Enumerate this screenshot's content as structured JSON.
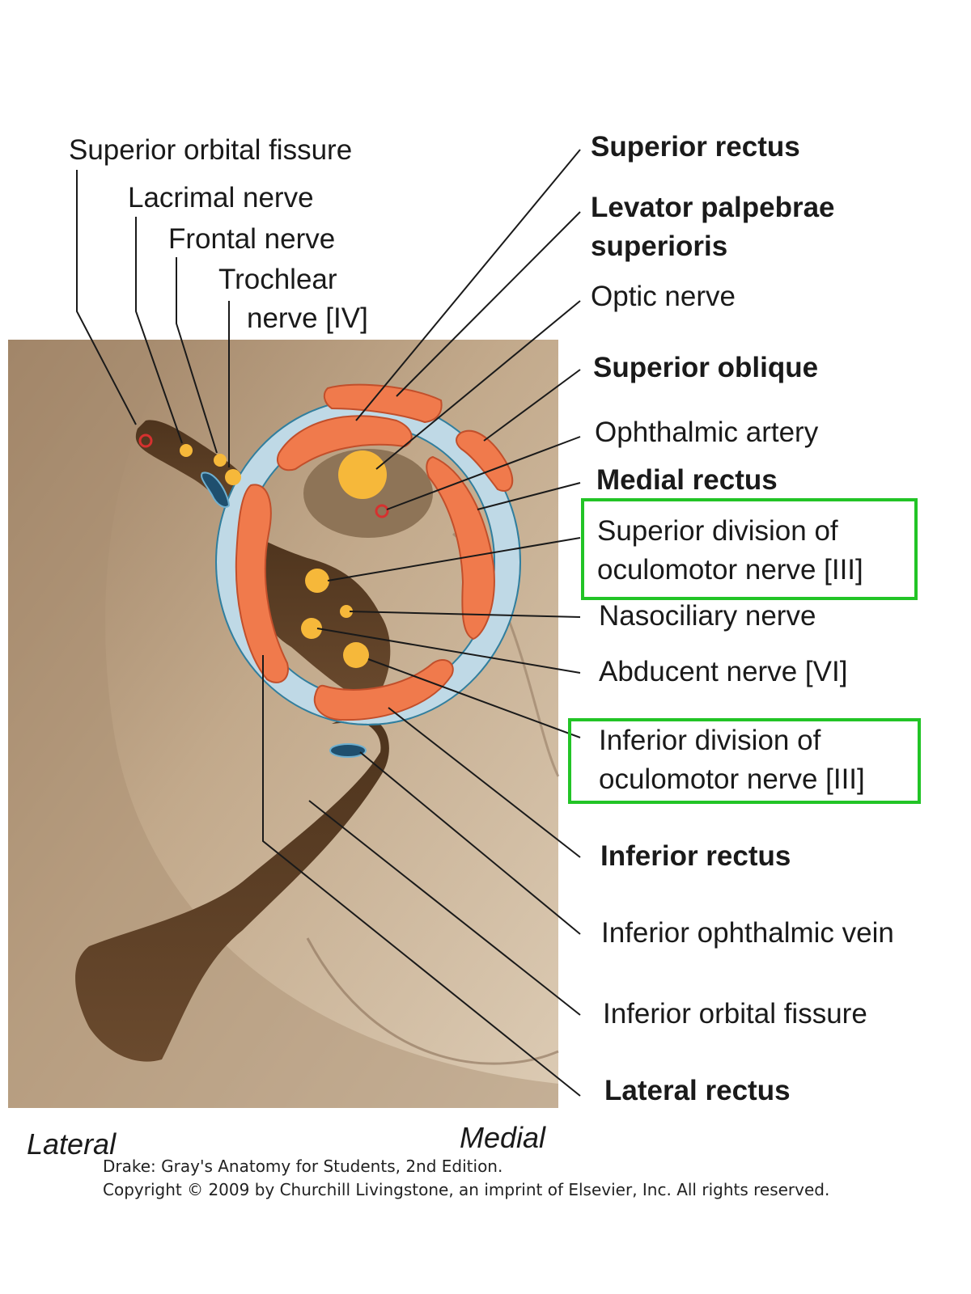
{
  "labels_left": {
    "superior_orbital_fissure": "Superior orbital fissure",
    "lacrimal_nerve": "Lacrimal nerve",
    "frontal_nerve": "Frontal nerve",
    "trochlear_nerve_line1": "Trochlear",
    "trochlear_nerve_line2": "nerve [IV]"
  },
  "labels_right": {
    "superior_rectus": "Superior rectus",
    "levator_line1": "Levator palpebrae",
    "levator_line2": "superioris",
    "optic_nerve": "Optic nerve",
    "superior_oblique": "Superior oblique",
    "ophthalmic_artery": "Ophthalmic artery",
    "medial_rectus": "Medial rectus",
    "superior_division_line1": "Superior division of",
    "superior_division_line2": "oculomotor nerve [III]",
    "nasociliary_nerve": "Nasociliary nerve",
    "abducent_nerve": "Abducent nerve [VI]",
    "inferior_division_line1": "Inferior division of",
    "inferior_division_line2": "oculomotor nerve [III]",
    "inferior_rectus": "Inferior rectus",
    "inferior_ophthalmic_vein": "Inferior ophthalmic vein",
    "inferior_orbital_fissure": "Inferior orbital fissure",
    "lateral_rectus": "Lateral rectus"
  },
  "orientation": {
    "lateral": "Lateral",
    "medial": "Medial"
  },
  "credit": {
    "line1": "Drake: Gray's Anatomy for Students, 2nd Edition.",
    "line2": "Copyright © 2009 by Churchill Livingstone, an imprint of Elsevier, Inc. All rights reserved."
  },
  "colors": {
    "bone": "#b49a7c",
    "fissure": "#5a3d24",
    "muscle": "#f07a4c",
    "sheath": "#bfd9e6",
    "nerve": "#f6b83a",
    "artery": "#d6312f",
    "highlight_box": "#22c426"
  }
}
